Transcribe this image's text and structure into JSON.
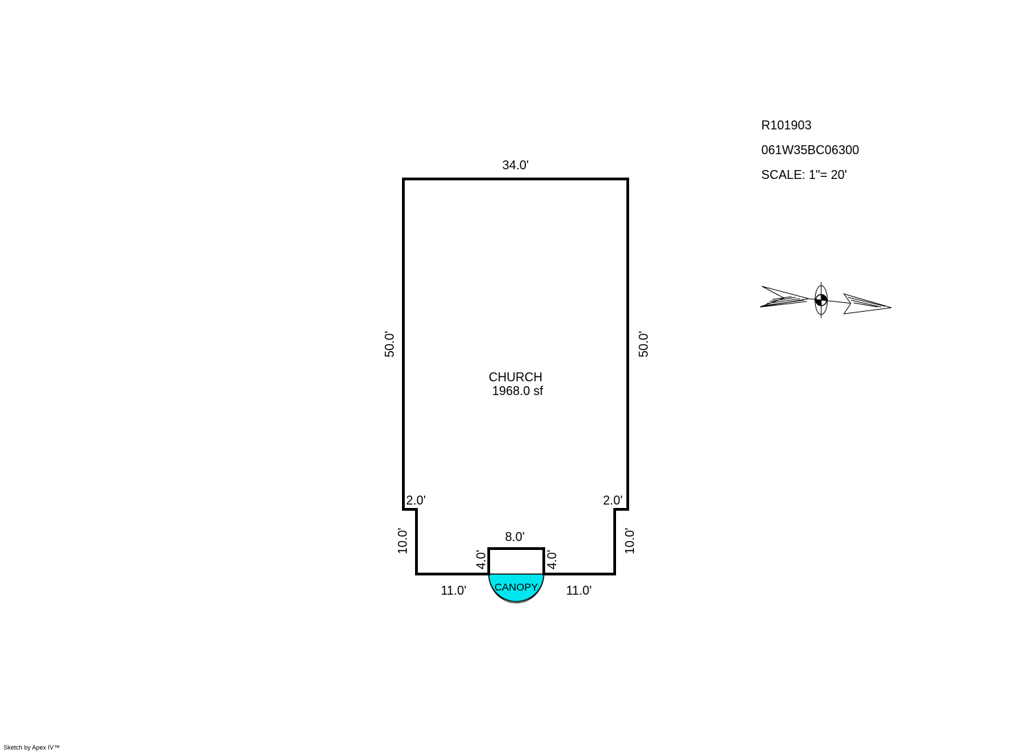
{
  "header": {
    "parcel_id": "R101903",
    "map_tax_lot": "061W35BC06300",
    "scale": "SCALE: 1\"= 20'"
  },
  "building": {
    "name": "CHURCH",
    "area": "1968.0 sf"
  },
  "canopy": {
    "label": "CANOPY",
    "fill_color": "#00e5ee"
  },
  "dimensions": {
    "top": "34.0'",
    "left_side": "50.0'",
    "right_side": "50.0'",
    "left_step": "2.0'",
    "right_step": "2.0'",
    "left_lower": "10.0'",
    "right_lower": "10.0'",
    "bottom_left": "11.0'",
    "bottom_right": "11.0'",
    "vestibule_top": "8.0'",
    "vestibule_left": "4.0'",
    "vestibule_right": "4.0'"
  },
  "footer": {
    "credit": "Sketch by Apex IV™"
  }
}
